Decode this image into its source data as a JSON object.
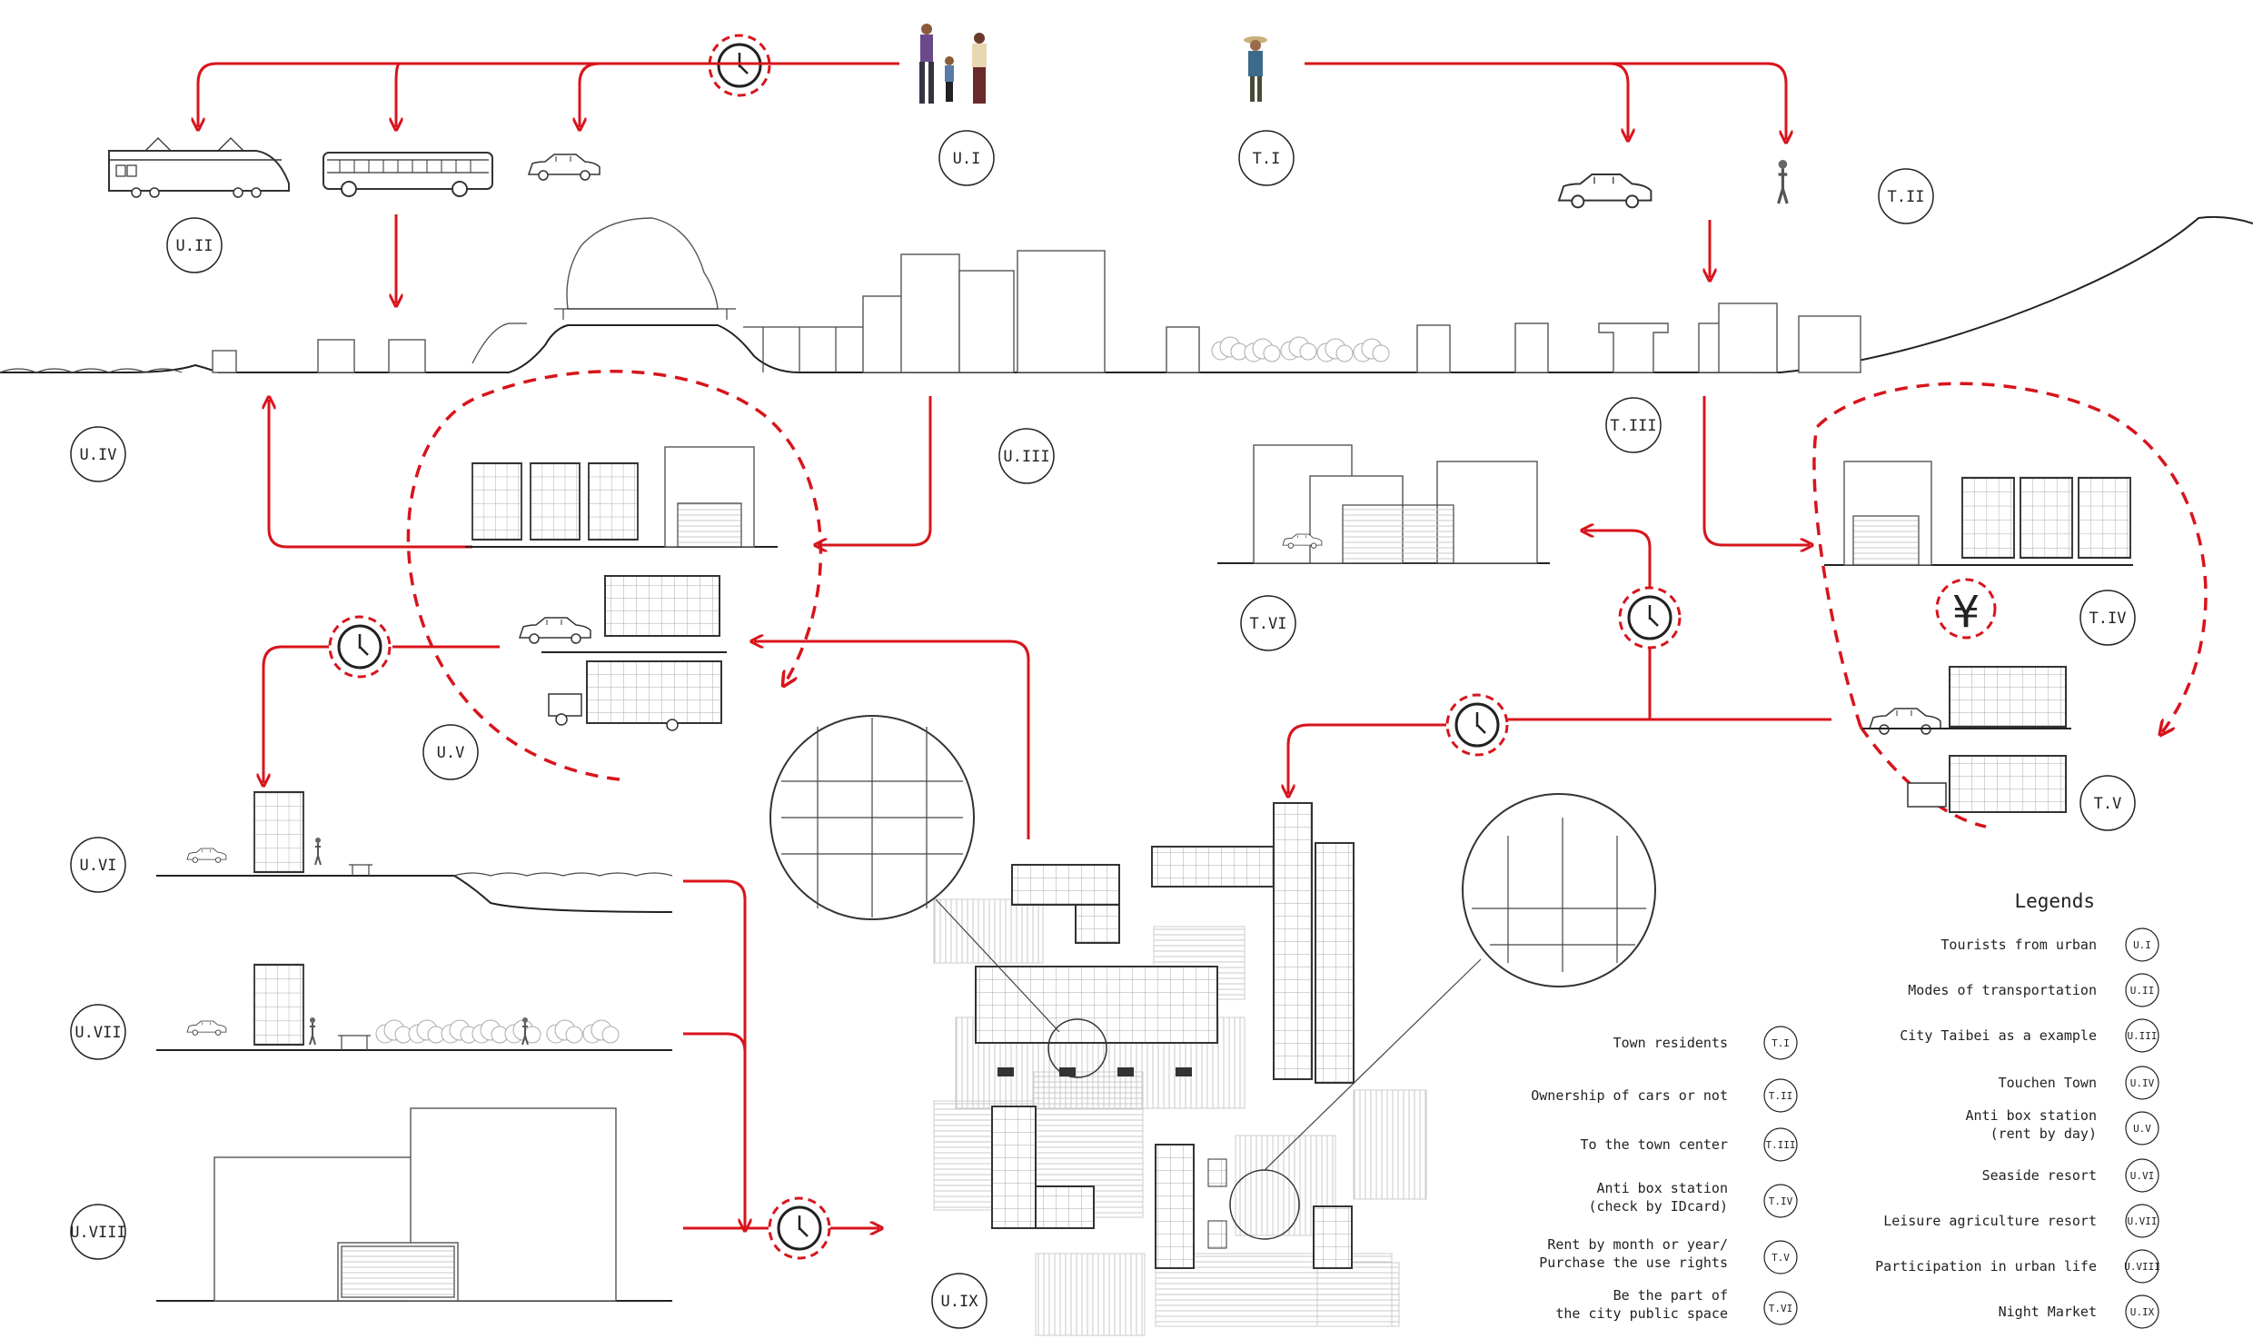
{
  "labels": {
    "UI": "U.I",
    "UII": "U.II",
    "UIII": "U.III",
    "UIV": "U.IV",
    "UV": "U.V",
    "UVI": "U.VI",
    "UVII": "U.VII",
    "UVIII": "U.VIII",
    "UIX": "U.IX",
    "TI": "T.I",
    "TII": "T.II",
    "TIII": "T.III",
    "TIV": "T.IV",
    "TV": "T.V",
    "TVI": "T.VI"
  },
  "currency_symbol": "¥",
  "legend": {
    "title": "Legends",
    "town": [
      {
        "text": [
          "Town residents"
        ],
        "code": "T.I"
      },
      {
        "text": [
          "Ownership of cars or not"
        ],
        "code": "T.II"
      },
      {
        "text": [
          "To the town center"
        ],
        "code": "T.III"
      },
      {
        "text": [
          "Anti box station",
          "(check by IDcard)"
        ],
        "code": "T.IV"
      },
      {
        "text": [
          "Rent by month or year/",
          "Purchase the use rights"
        ],
        "code": "T.V"
      },
      {
        "text": [
          "Be the part of",
          "the city public space"
        ],
        "code": "T.VI"
      }
    ],
    "urban": [
      {
        "text": [
          "Tourists from urban"
        ],
        "code": "U.I"
      },
      {
        "text": [
          "Modes of transportation"
        ],
        "code": "U.II"
      },
      {
        "text": [
          "City Taibei as a example"
        ],
        "code": "U.III"
      },
      {
        "text": [
          "Touchen Town"
        ],
        "code": "U.IV"
      },
      {
        "text": [
          "Anti box station",
          "(rent by day)"
        ],
        "code": "U.V"
      },
      {
        "text": [
          "Seaside resort"
        ],
        "code": "U.VI"
      },
      {
        "text": [
          "Leisure agriculture resort"
        ],
        "code": "U.VII"
      },
      {
        "text": [
          "Participation in urban life"
        ],
        "code": "U.VIII"
      },
      {
        "text": [
          "Night Market"
        ],
        "code": "U.IX"
      }
    ]
  },
  "colors": {
    "accent": "#d8141c",
    "line": "#222222",
    "grey": "#e7e7e7"
  }
}
